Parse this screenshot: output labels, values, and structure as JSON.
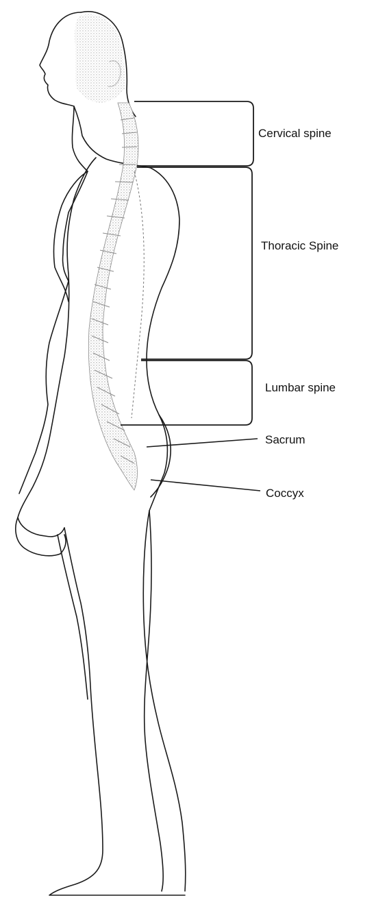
{
  "labels": {
    "cervical": "Cervical spine",
    "thoracic": "Thoracic Spine",
    "lumbar": "Lumbar spine",
    "sacrum": "Sacrum",
    "coccyx": "Coccyx"
  },
  "colors": {
    "outline": "#1a1a1a",
    "spine_shading": "#9a9a9a",
    "head_shading": "#c8c8c8",
    "background": "#ffffff"
  }
}
